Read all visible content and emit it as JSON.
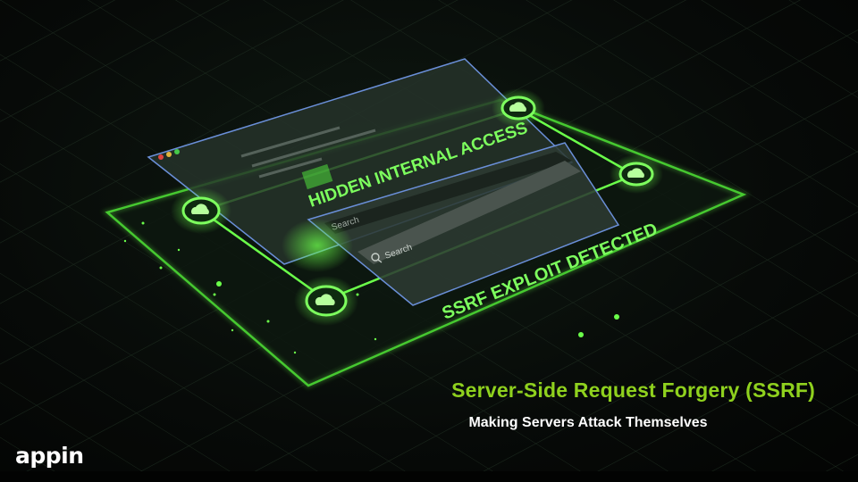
{
  "illustration": {
    "panel_heading": "HIDDEN INTERNAL ACCESS",
    "search_label": "Search",
    "search_button_label": "Search",
    "alert_text": "SSRF EXPLOIT DETECTED",
    "accent_color": "#5cff3a",
    "icons": [
      "cloud-icon",
      "search-icon",
      "window-controls-icon"
    ]
  },
  "caption": {
    "title": "Server-Side Request Forgery (SSRF)",
    "subtitle": "Making Servers Attack Themselves",
    "title_color": "#8fd11e"
  },
  "brand": {
    "logo_text": "appin"
  }
}
